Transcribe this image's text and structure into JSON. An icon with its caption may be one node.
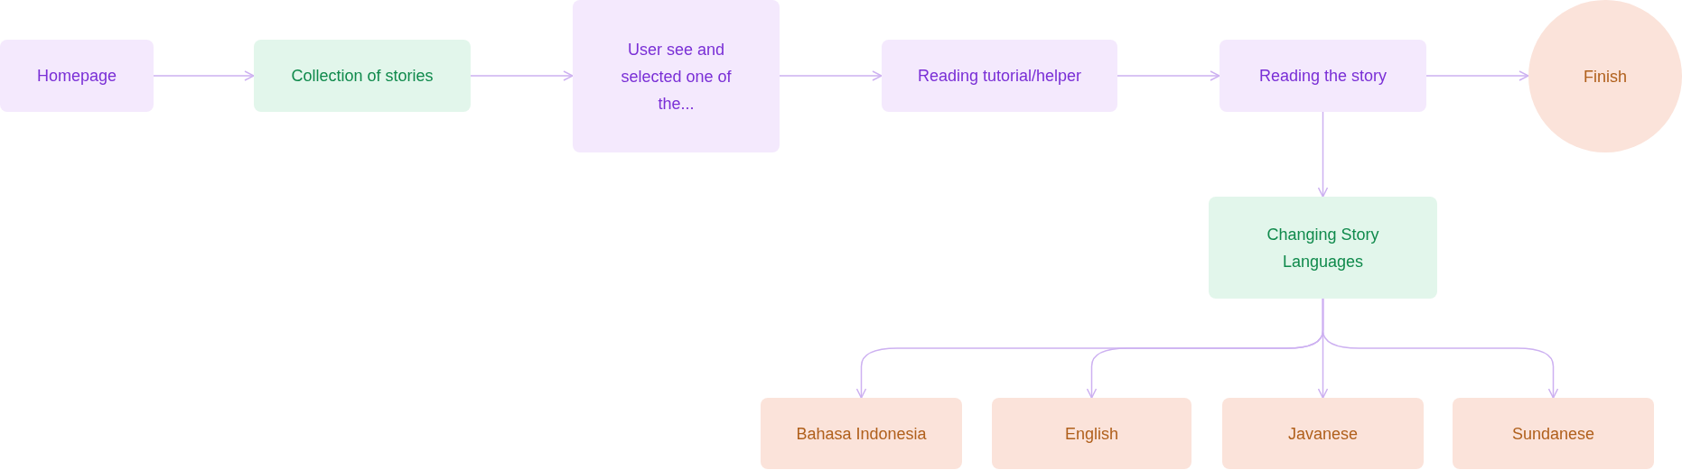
{
  "diagram": {
    "nodes": [
      {
        "text": [
          "Homepage"
        ]
      },
      {
        "text": [
          "Collection of stories"
        ]
      },
      {
        "text": [
          "User see and selected one of the..."
        ]
      },
      {
        "text": [
          "Reading tutorial/helper"
        ]
      },
      {
        "text": [
          "Reading the story"
        ]
      },
      {
        "text": [
          "Finish"
        ]
      },
      {
        "text": [
          "Changing Story Languages"
        ]
      },
      {
        "text": [
          "Bahasa Indonesia"
        ]
      },
      {
        "text": [
          "English"
        ]
      },
      {
        "text": [
          "Javanese"
        ]
      },
      {
        "text": [
          "Sundanese"
        ]
      }
    ],
    "edges": [
      {
        "from": 0,
        "to": 1,
        "arrow": "to"
      },
      {
        "from": 1,
        "to": 2,
        "arrow": "to"
      },
      {
        "from": 2,
        "to": 3,
        "arrow": "to"
      },
      {
        "from": 3,
        "to": 4,
        "arrow": "to"
      },
      {
        "from": 4,
        "to": 5,
        "arrow": "to"
      },
      {
        "from": 4,
        "to": 6,
        "arrow": "to"
      },
      {
        "from": 6,
        "to": 7,
        "arrow": "to"
      },
      {
        "from": 6,
        "to": 8,
        "arrow": "to"
      },
      {
        "from": 6,
        "to": 9,
        "arrow": "to"
      },
      {
        "from": 6,
        "to": 10,
        "arrow": "to"
      }
    ]
  }
}
